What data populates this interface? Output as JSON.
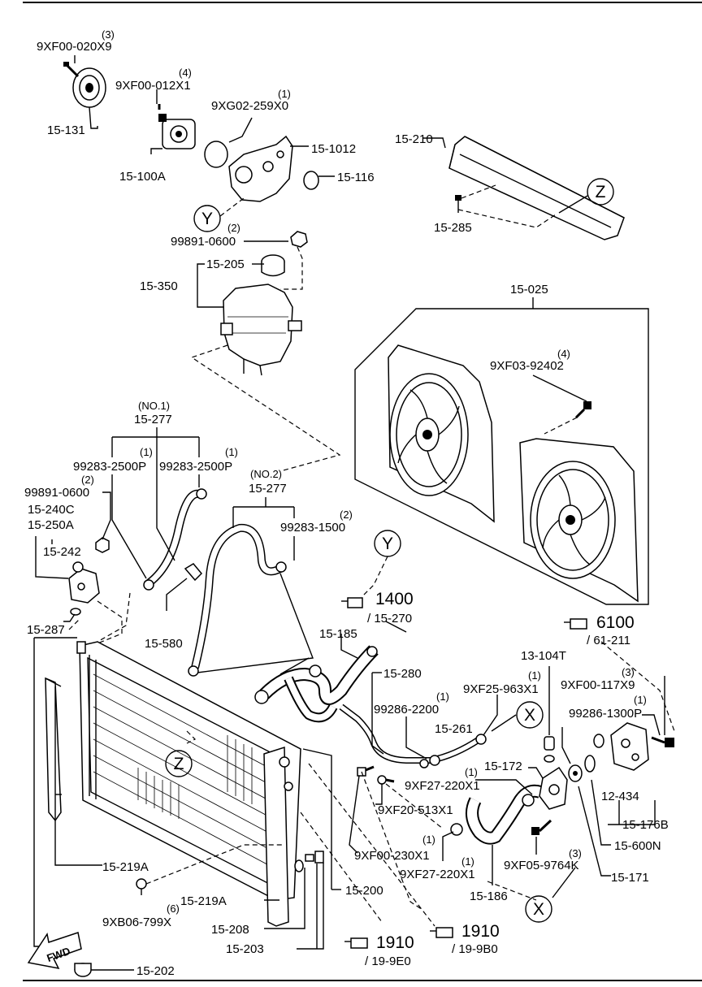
{
  "labels": {
    "l9xf00_020x9": "9XF00-020X9",
    "q3a": "(3)",
    "l15_131": "15-131",
    "q4a": "(4)",
    "l9xf00_012x1": "9XF00-012X1",
    "q1a": "(1)",
    "l9xg02_259x0": "9XG02-259X0",
    "l15_1012": "15-1012",
    "l15_100a": "15-100A",
    "l15_116": "15-116",
    "circY1": "Y",
    "q2a": "(2)",
    "l99891_0600a": "99891-0600",
    "l15_205": "15-205",
    "l15_350": "15-350",
    "l15_210": "15-210",
    "circZ1": "Z",
    "l15_285": "15-285",
    "l15_025": "15-025",
    "q4b": "(4)",
    "l9xf03_92402": "9XF03-92402",
    "no1": "(NO.1)",
    "l15_277a": "15-277",
    "q1b": "(1)",
    "q1c": "(1)",
    "l99283_2500p_a": "99283-2500P",
    "l99283_2500p_b": "99283-2500P",
    "q2b": "(2)",
    "l99891_0600b": "99891-0600",
    "l15_240c": "15-240C",
    "l15_250a": "15-250A",
    "no2": "(NO.2)",
    "l15_277b": "15-277",
    "q2c": "(2)",
    "l99283_1500": "99283-1500",
    "l15_242": "15-242",
    "circY2": "Y",
    "ref1400": "1400",
    "ref15_270": "/ 15-270",
    "l15_287": "15-287",
    "l15_580": "15-580",
    "l15_185": "15-185",
    "ref6100": "6100",
    "ref61_211": "/ 61-211",
    "l13_104t": "13-104T",
    "l15_280": "15-280",
    "q1d": "(1)",
    "l9xf25_963x1": "9XF25-963X1",
    "q3b": "(3)",
    "l9xf00_117x9": "9XF00-117X9",
    "q1e": "(1)",
    "l99286_2200": "99286-2200",
    "q1f": "(1)",
    "l99286_1300p": "99286-1300P",
    "circX1": "X",
    "l15_261": "15-261",
    "circZ2": "Z",
    "l15_172": "15-172",
    "q1g": "(1)",
    "l9xf27_220x1a": "9XF27-220X1",
    "l9xf20_513x1": "9XF20-513X1",
    "l12_434": "12-434",
    "l15_176b": "15-176B",
    "l15_600n": "15-600N",
    "q1h": "(1)",
    "l9xf00_230x1": "9XF00-230X1",
    "q1i": "(1)",
    "l9xf27_220x1b": "9XF27-220X1",
    "l9xf05_9764k": "9XF05-9764K",
    "q3c": "(3)",
    "l15_171": "15-171",
    "l15_219a_a": "15-219A",
    "l15_186": "15-186",
    "circX2": "X",
    "l15_200": "15-200",
    "q6": "(6)",
    "l15_219a_b": "15-219A",
    "l9xb06_799x": "9XB06-799X",
    "ref1910a": "1910",
    "ref19_9b0": "/ 19-9B0",
    "l15_208": "15-208",
    "ref1910b": "1910",
    "ref19_9e0": "/ 19-9E0",
    "l15_203": "15-203",
    "fwd": "FWD",
    "l15_202": "15-202"
  }
}
